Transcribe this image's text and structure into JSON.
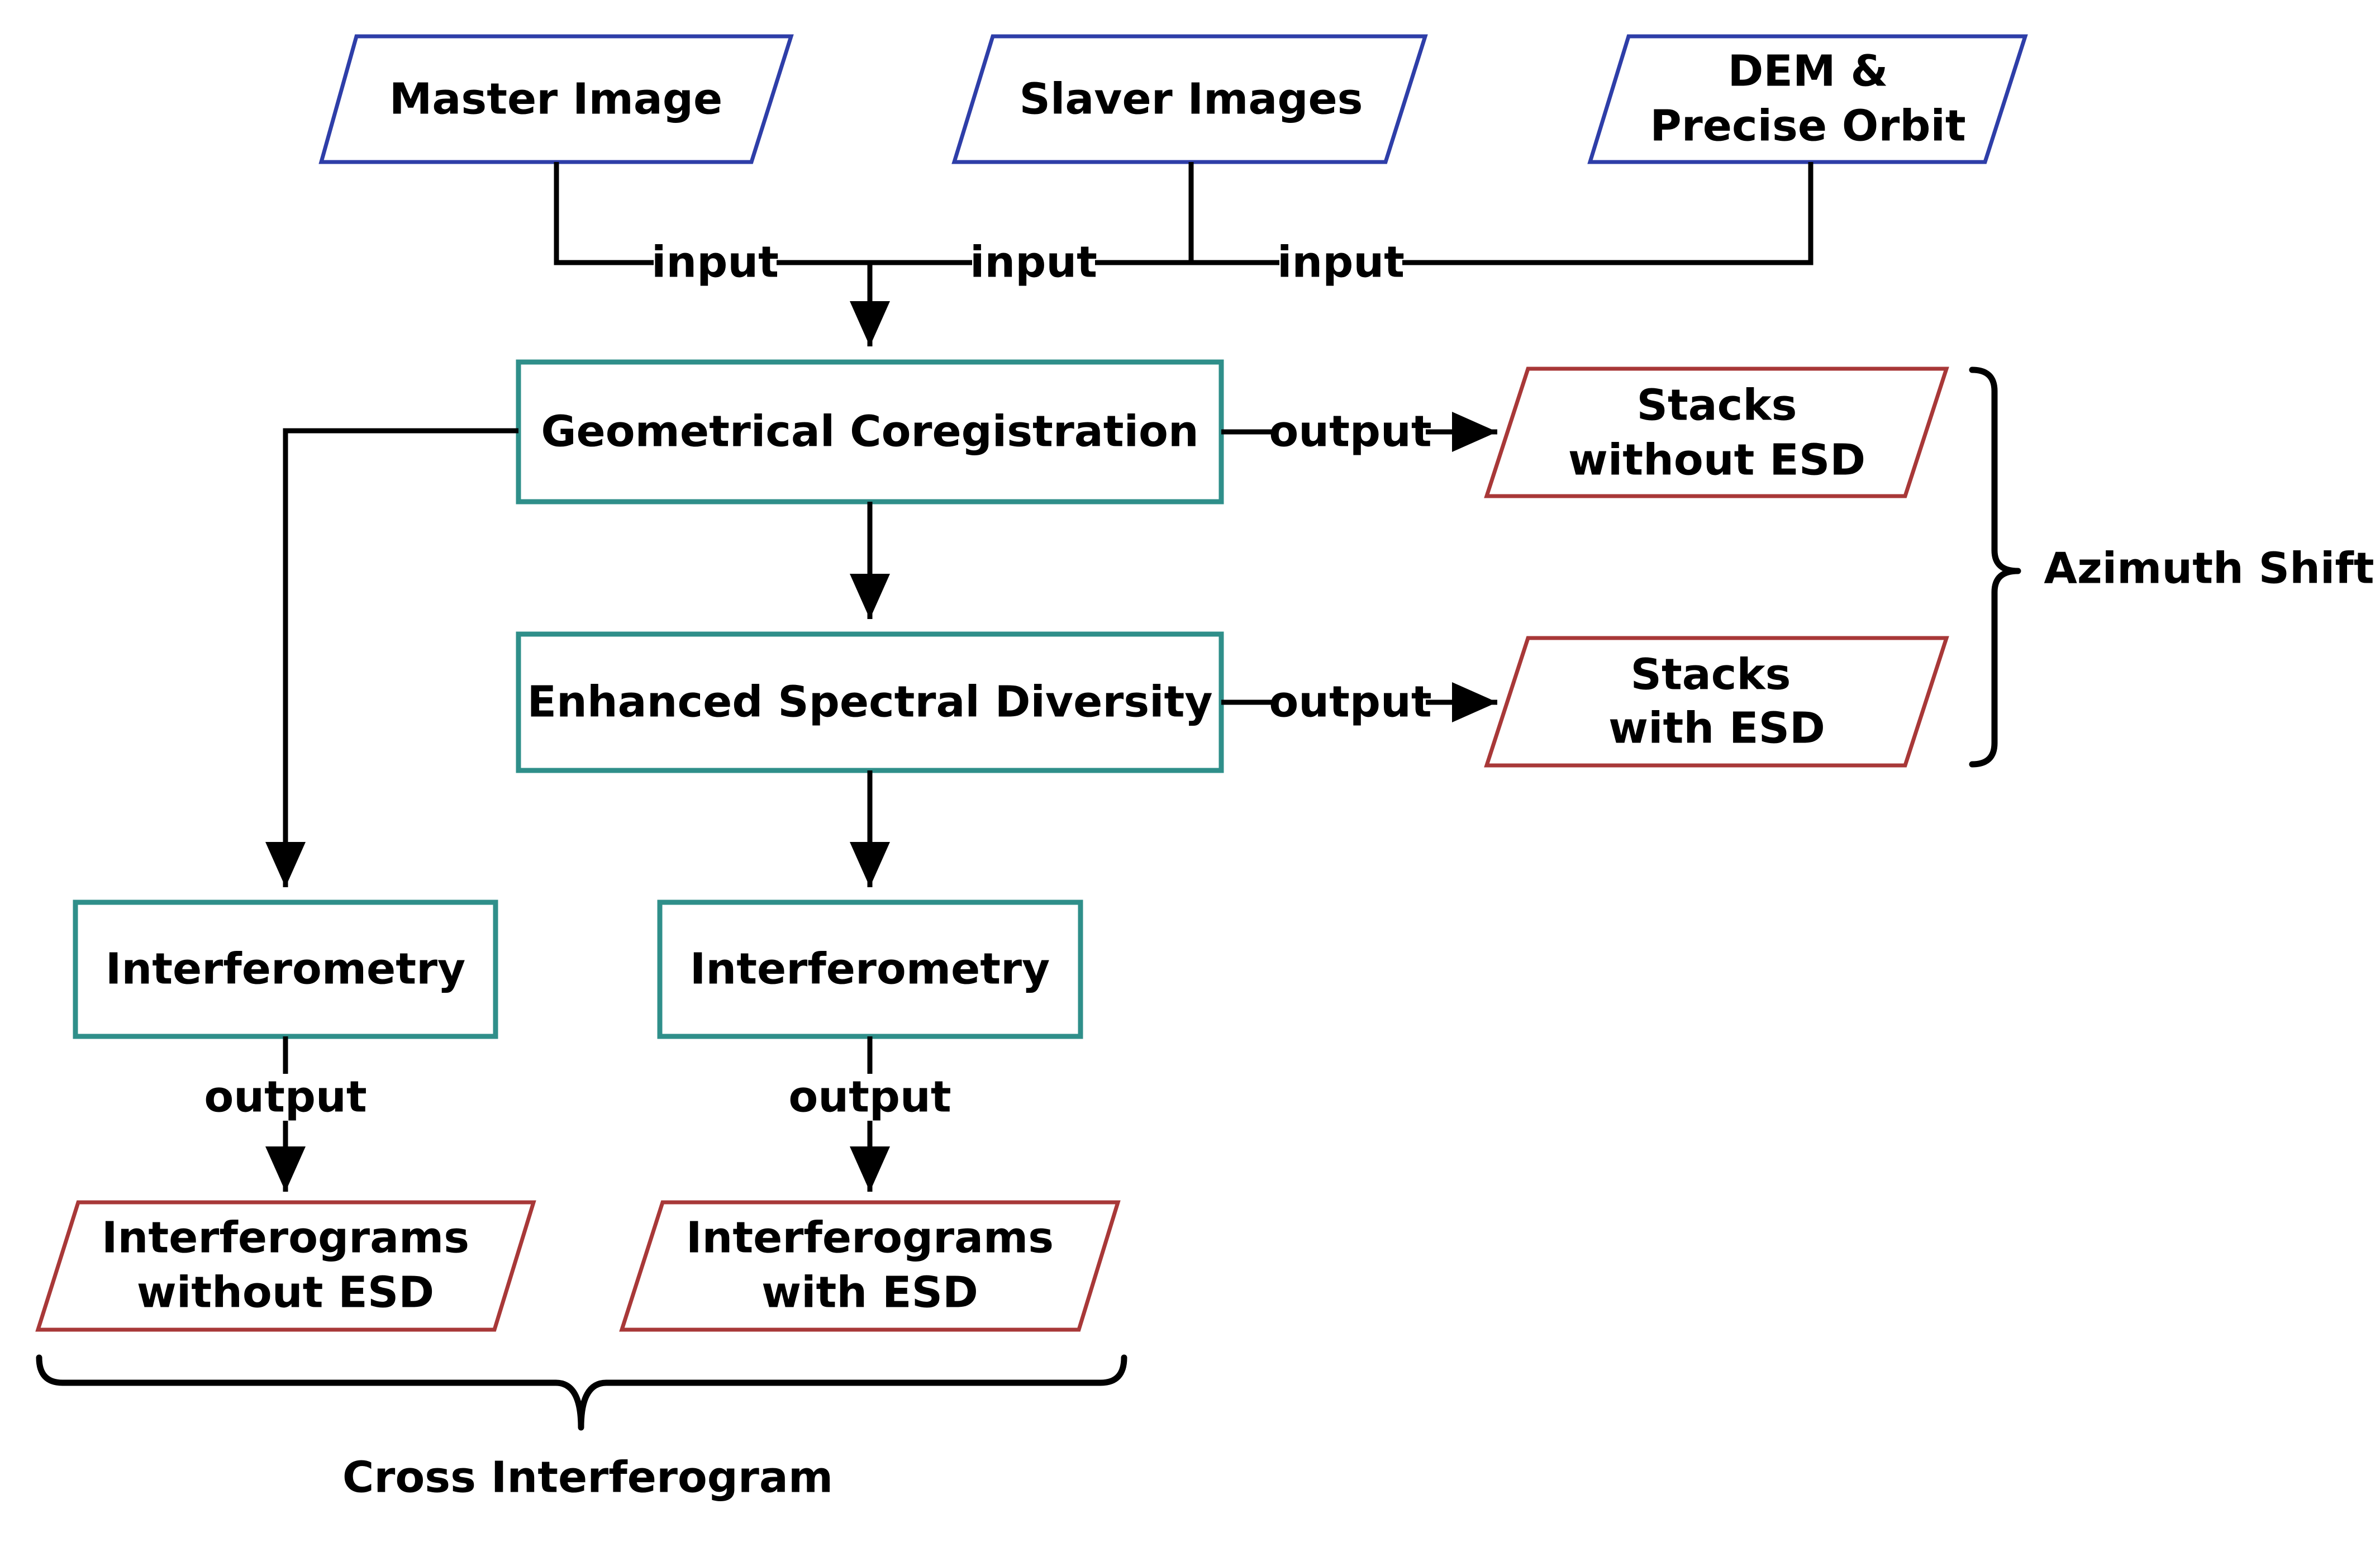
{
  "inputs": {
    "master": "Master Image",
    "slaver": "Slaver Images",
    "dem_line1": "DEM &",
    "dem_line2": "Precise Orbit"
  },
  "edge_labels": {
    "input": "input",
    "output": "output"
  },
  "processes": {
    "coregistration": "Geometrical Coregistration",
    "esd": "Enhanced Spectral Diversity",
    "interferometry": "Interferometry"
  },
  "outputs": {
    "stacks_no_esd_line1": "Stacks",
    "stacks_no_esd_line2": "without ESD",
    "stacks_esd_line1": "Stacks",
    "stacks_esd_line2": "with ESD",
    "ifg_no_esd_line1": "Interferograms",
    "ifg_no_esd_line2": "without ESD",
    "ifg_esd_line1": "Interferograms",
    "ifg_esd_line2": "with ESD"
  },
  "groups": {
    "azimuth_shift": "Azimuth Shift",
    "cross_interferogram": "Cross Interferogram"
  },
  "colors": {
    "input_border": "#2e3ea8",
    "output_border": "#a83838",
    "process_border": "#2f8f8a"
  }
}
